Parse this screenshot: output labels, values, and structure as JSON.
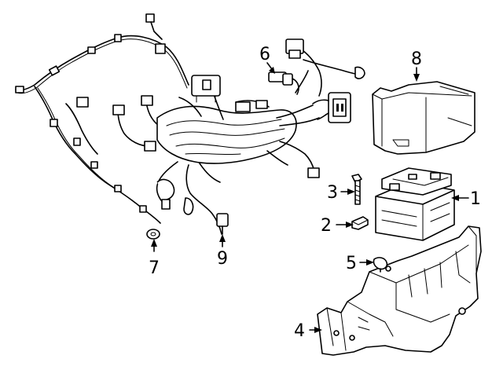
{
  "callouts": [
    {
      "number": "1",
      "part": "battery"
    },
    {
      "number": "2",
      "part": "terminal-clip"
    },
    {
      "number": "3",
      "part": "bolt"
    },
    {
      "number": "4",
      "part": "battery-tray"
    },
    {
      "number": "5",
      "part": "sensor"
    },
    {
      "number": "6",
      "part": "harness-connector"
    },
    {
      "number": "7",
      "part": "grommet"
    },
    {
      "number": "8",
      "part": "battery-cover"
    },
    {
      "number": "9",
      "part": "harness-lead-connector"
    }
  ]
}
